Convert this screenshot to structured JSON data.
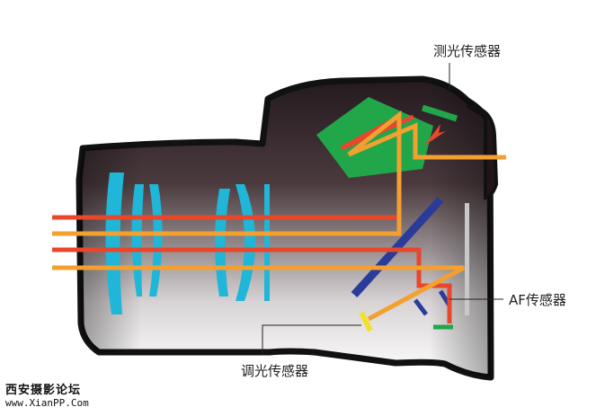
{
  "labels": {
    "metering_sensor": "测光传感器",
    "af_sensor": "AF传感器",
    "flash_metering_sensor": "调光传感器"
  },
  "watermark": {
    "line1": "西安摄影论坛",
    "line2": "www.XianPP.Com"
  },
  "colors": {
    "body_dark": "#2a1e22",
    "body_light": "#ffffff",
    "lens_element": "#1fb6d8",
    "prism": "#22a64a",
    "mirror": "#2a3b99",
    "light_ray_red": "#e8472c",
    "light_ray_orange": "#f4a030",
    "sensor_plane": "#c8c8c8",
    "flash_sensor": "#f2e12c",
    "leader_line": "#222222"
  }
}
